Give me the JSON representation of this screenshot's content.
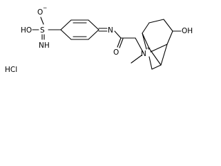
{
  "structure": {
    "atoms": {
      "o_minus": "O",
      "o_minus_charge": "−",
      "ho_sulfonyl": "HO",
      "sulfur": "S",
      "imine_nh": "NH",
      "nitrogen_imine": "N",
      "carbonyl_o": "O",
      "quaternary_n": "N",
      "quaternary_n_charge": "+",
      "hydroxyl": "OH"
    },
    "counter_ion": "HCl"
  }
}
